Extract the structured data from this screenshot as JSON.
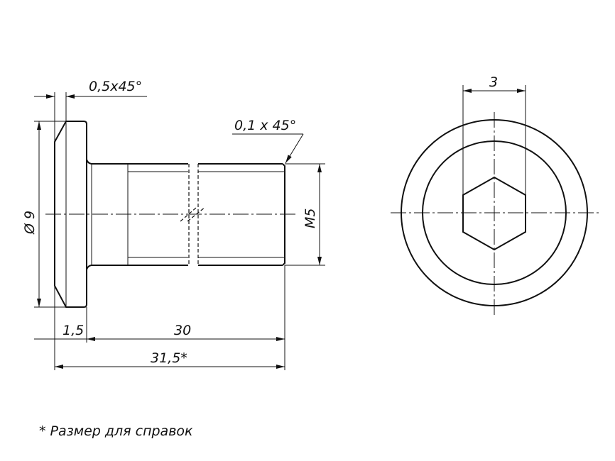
{
  "dimensions": {
    "chamfer_head": "0,5x45°",
    "chamfer_thread": "0,1 x 45°",
    "head_diameter": "Ø 9",
    "thread": "M5",
    "head_thickness": "1,5",
    "shank_length": "30",
    "total_length": "31,5*",
    "hex_size": "3"
  },
  "note": "* Размер для справок"
}
